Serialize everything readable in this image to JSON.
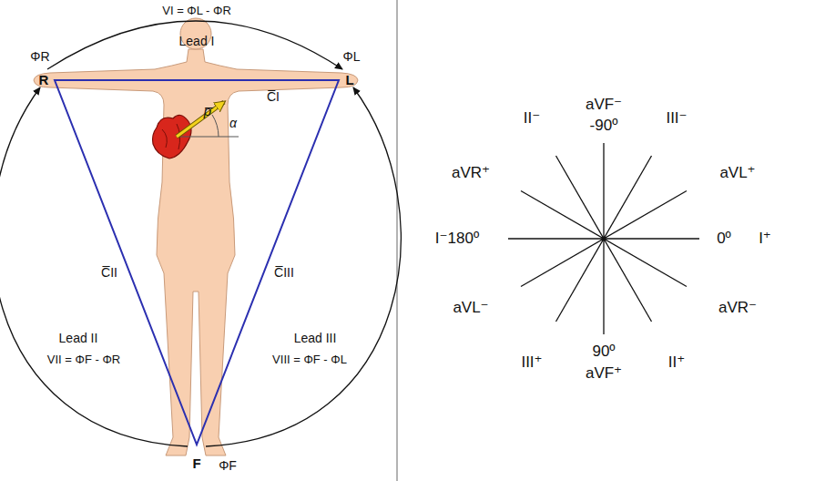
{
  "diagram": {
    "labels": [
      "VI = ΦL - ΦR",
      "Lead I",
      "ΦR",
      "ΦL",
      "R",
      "L",
      "C̅I",
      "p̅",
      "α",
      "C̅II",
      "C̅III",
      "Lead II",
      "VII = ΦF - ΦR",
      "Lead III",
      "VIII = ΦF - ΦL",
      "F",
      "ΦF",
      "aVF⁻",
      "-90º",
      "II⁻",
      "III⁻",
      "aVR⁺",
      "aVL⁺",
      "I⁻180º",
      "0º",
      "I⁺",
      "aVL⁻",
      "aVR⁻",
      "III⁺",
      "90º",
      "II⁺",
      "aVF⁺"
    ]
  }
}
